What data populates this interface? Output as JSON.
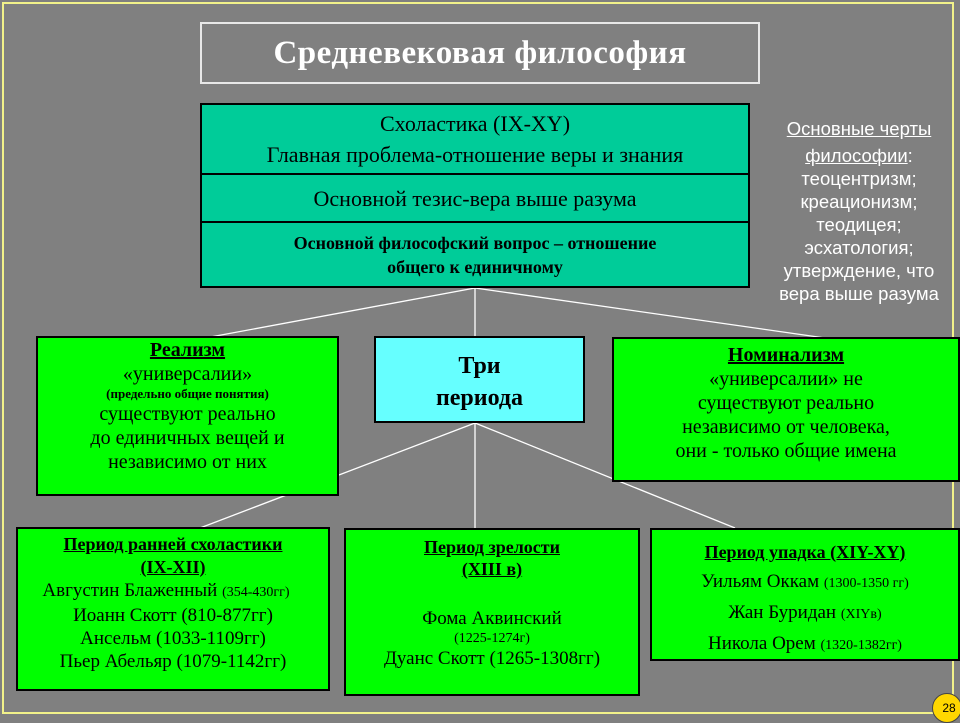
{
  "title": "Средневековая философия",
  "scholastic": {
    "line1": "Схоластика (IX-XY)",
    "line2": "Главная проблема-отношение веры и знания",
    "thesis": "Основной тезис-вера выше разума",
    "question_line1": "Основной философский вопрос – отношение",
    "question_line2": "общего к единичному"
  },
  "features": {
    "heading_line1": "Основные черты",
    "heading_line2": "философии",
    "heading_colon": ":",
    "items": [
      "теоцентризм;",
      "креационизм;",
      "теодицея;",
      "эсхатология;",
      "утверждение, что",
      "вера выше разума"
    ]
  },
  "realism": {
    "title": "Реализм",
    "line1": "«универсалии»",
    "note": "(предельно общие понятия)",
    "line2": "существуют реально",
    "line3": "до единичных вещей и",
    "line4": "независимо от них"
  },
  "three_periods": {
    "line1": "Три",
    "line2": "периода"
  },
  "nominalism": {
    "title": "Номинализм",
    "line1": "«универсалии» не",
    "line2": "существуют реально",
    "line3": "независимо от человека,",
    "line4": "они - только общие имена"
  },
  "early": {
    "title": "Период ранней схоластики",
    "span": "(IX-XII)",
    "p1_name": "Августин Блаженный ",
    "p1_dates": "(354-430гг)",
    "p2": "Иоанн Скотт (810-877гг)",
    "p3": "Ансельм (1033-1109гг)",
    "p4": "Пьер Абельяр (1079-1142гг)"
  },
  "mature": {
    "title": "Период зрелости ",
    "span": "(XIII в)",
    "p1_name": "Фома Аквинский",
    "p1_dates": "(1225-1274г)",
    "p2": "Дуанс  Скотт (1265-1308гг)"
  },
  "decline": {
    "title": "Период упадка (XIY-XY)",
    "p1_name": "Уильям Оккам ",
    "p1_dates": "(1300-1350 гг)",
    "p2_name": "Жан Буридан ",
    "p2_dates": "(XIYв)",
    "p3_name": "Никола Орем ",
    "p3_dates": "(1320-1382гг)"
  },
  "slide_number": "28",
  "colors": {
    "background": "#808080",
    "teal": "#00cc99",
    "green": "#00ff00",
    "cyan": "#66ffff"
  }
}
